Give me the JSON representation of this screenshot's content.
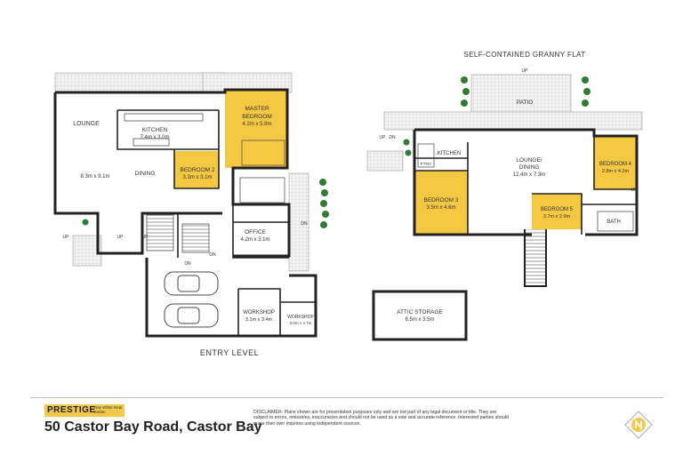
{
  "plan_titles": {
    "granny_flat": "SELF-CONTAINED GRANNY FLAT",
    "entry_level": "ENTRY LEVEL"
  },
  "rooms": {
    "lounge": "LOUNGE",
    "lounge_size": "8.3m x 9.1m",
    "kitchen": "KITCHEN",
    "kitchen_size": "7.4m x 3.0m",
    "dining": "DINING",
    "master_bedroom_1": "MASTER",
    "master_bedroom_2": "BEDROOM",
    "master_size": "4.2m x 5.8m",
    "bedroom2": "BEDROOM 2",
    "bedroom2_size": "3.3m x 3.1m",
    "office": "OFFICE",
    "office_size": "4.2m x 3.1m",
    "workshop": "WORKSHOP",
    "workshop_size": "3.1m x 3.4m",
    "workshop2": "WORKSHOP",
    "workshop2_size": "3.0m x 4.7m",
    "patio": "PATIO",
    "flat_kitchen": "KITCHEN",
    "pantry": "P'TRY",
    "flat_lounge_1": "LOUNGE/",
    "flat_lounge_2": "DINING",
    "flat_lounge_size": "12.4m x 7.3m",
    "bedroom3": "BEDROOM 3",
    "bedroom3_size": "3.5m x 4.6m",
    "bedroom4": "BEDROOM 4",
    "bedroom4_size": "2.8m x 4.2m",
    "bedroom5": "BEDROOM 5",
    "bedroom5_size": "3.7m x 2.9m",
    "bath": "BATH",
    "attic": "ATTIC STORAGE",
    "attic_size": "6.5m x 3.5m"
  },
  "stair_labels": {
    "up1": "UP",
    "up2": "UP",
    "up3": "UP",
    "up4": "UP",
    "up5": "UP",
    "up6": "UP",
    "dn1": "DN",
    "dn2": "DN",
    "dn3": "DN",
    "dn4": "DN"
  },
  "footer": {
    "brand_name": "PRESTIGE",
    "brand_sub": "Ray White Real Estate",
    "address": "50 Castor Bay Road, Castor Bay",
    "disclaimer": "DISCLAIMER: Plans shown are for presentation purposes only and are not part of any legal document or title. They are subject to errors, omissions, inaccuracies and should not be used as a sole and accurate reference. Interested parties should make their own inquiries using independent sources."
  },
  "colors": {
    "bedroom_fill": "#f5c842",
    "wall": "#222222",
    "deck_hatch": "#bcbcbc",
    "plant": "#2f7d32",
    "brand_yellow": "#f2c94c"
  }
}
